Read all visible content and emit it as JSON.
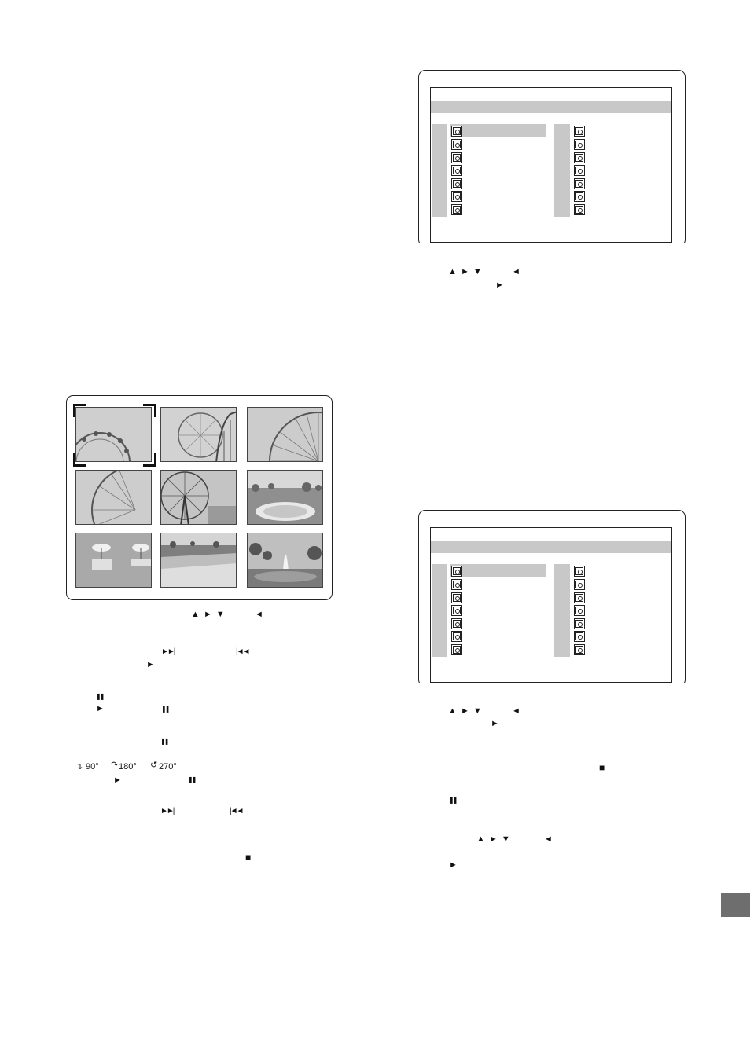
{
  "glyphs": {
    "nav_arrows": "▲ ► ▼",
    "left": "◄",
    "play": "►",
    "next": "►►|",
    "prev": "|◄◄",
    "pause": "❚❚",
    "stop": "■"
  },
  "rotation": {
    "r90": "90°",
    "r180": "180°",
    "r270": "270°"
  },
  "thumbnails": {
    "items": [
      "ferris-wheel-close",
      "ferris-wheel-with-rollercoaster",
      "ferris-wheel-corner",
      "ferris-wheel-spokes",
      "ferris-wheel-full",
      "flower-garden-park",
      "beach-umbrellas",
      "flower-field",
      "fountain"
    ],
    "selected_index": 0
  },
  "menu_screens": [
    {
      "left_column_count": 7,
      "right_column_count": 7,
      "selected_row": 0
    },
    {
      "left_column_count": 7,
      "right_column_count": 7,
      "selected_row": 0
    }
  ],
  "colors": {
    "bar_gray": "#c8c8c8",
    "tab_marker": "#6e6e6e"
  }
}
